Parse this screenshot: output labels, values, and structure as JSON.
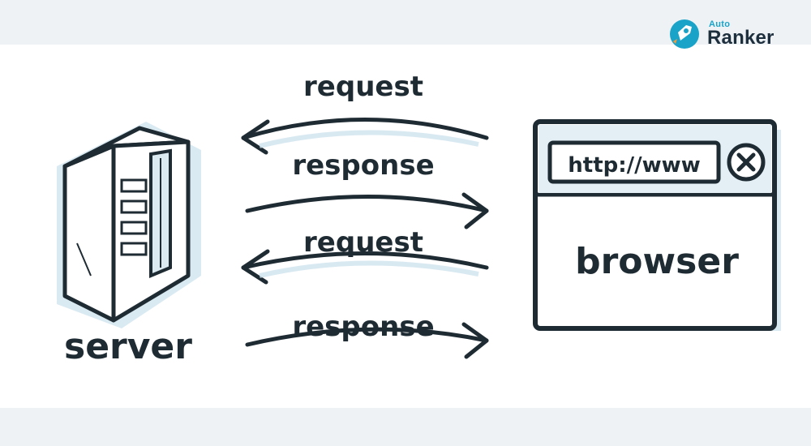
{
  "brand": {
    "auto_label": "Auto",
    "ranker_label": "Ranker",
    "accent_color": "#19a3c8",
    "text_color": "#1d2f3d"
  },
  "diagram": {
    "server_label": "server",
    "browser_label": "browser",
    "url_text": "http://www",
    "close_icon": "close-icon",
    "arrows": [
      {
        "label": "request",
        "direction": "to-server"
      },
      {
        "label": "response",
        "direction": "to-browser"
      },
      {
        "label": "request",
        "direction": "to-server"
      },
      {
        "label": "response",
        "direction": "to-browser"
      }
    ],
    "ink_color": "#1f2b33",
    "shadow_color": "#cfe3ee"
  }
}
